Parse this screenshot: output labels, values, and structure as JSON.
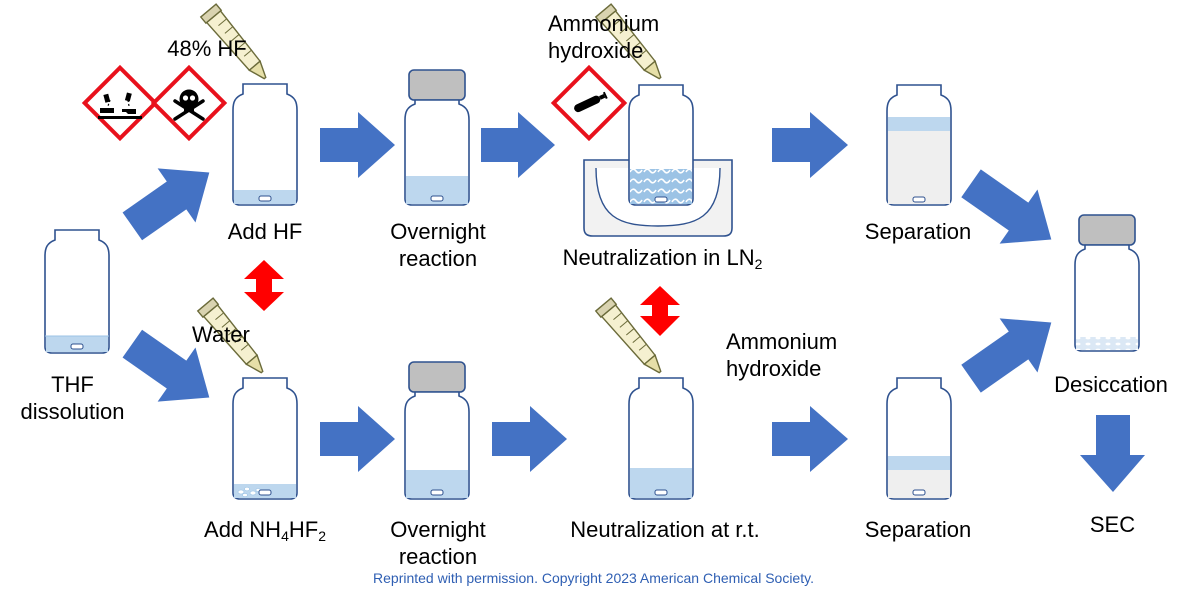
{
  "top_route": {
    "hf_label": "48% HF",
    "step_add": "Add HF",
    "step_overnight_line1": "Overnight",
    "step_overnight_line2": "reaction",
    "reagent_line1": "Ammonium",
    "reagent_line2": "hydroxide",
    "step_neutralize": "Neutralization in LN",
    "step_neutralize_sub": "2",
    "step_separation": "Separation"
  },
  "bottom_route": {
    "water_label": "Water",
    "step_add_prefix": "Add NH",
    "step_add_sub1": "4",
    "step_add_mid": "HF",
    "step_add_sub2": "2",
    "step_overnight_line1": "Overnight",
    "step_overnight_line2": "reaction",
    "reagent_line1": "Ammonium",
    "reagent_line2": "hydroxide",
    "step_neutralize": "Neutralization at r.t.",
    "step_separation": "Separation"
  },
  "start": {
    "line1": "THF",
    "line2": "dissolution"
  },
  "end": {
    "desiccation": "Desiccation",
    "sec": "SEC"
  },
  "hazard_icons": [
    "corrosive-icon",
    "skull-crossbones-icon",
    "gas-cylinder-icon"
  ],
  "colors": {
    "arrow_blue": "#4472c4",
    "swap_red": "#ff0000",
    "hazard_red": "#e8111c",
    "liquid_blue": "#bdd7ee",
    "cap_gray": "#bfbfbf"
  },
  "copyright": "Reprinted with permission. Copyright 2023 American Chemical Society."
}
